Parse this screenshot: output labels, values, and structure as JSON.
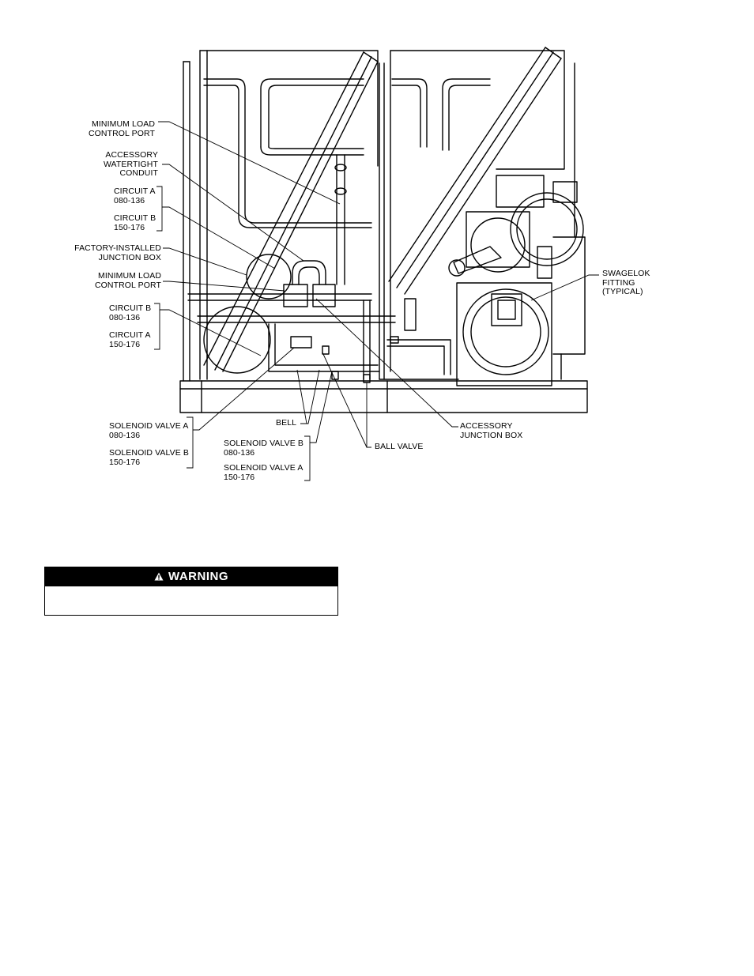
{
  "labels": {
    "min_load_port_top": [
      "MINIMUM LOAD",
      "CONTROL PORT"
    ],
    "watertight_conduit": [
      "ACCESSORY",
      "WATERTIGHT",
      "CONDUIT"
    ],
    "circuit_a_080": [
      "CIRCUIT A",
      "080-136"
    ],
    "circuit_b_150": [
      "CIRCUIT B",
      "150-176"
    ],
    "factory_junction_box": [
      "FACTORY-INSTALLED",
      "JUNCTION BOX"
    ],
    "min_load_port_mid": [
      "MINIMUM LOAD",
      "CONTROL PORT"
    ],
    "circuit_b_080": [
      "CIRCUIT B",
      "080-136"
    ],
    "circuit_a_150": [
      "CIRCUIT A",
      "150-176"
    ],
    "swagelok": [
      "SWAGELOK",
      "FITTING",
      "(TYPICAL)"
    ],
    "bell": "BELL",
    "solenoid_a_080": [
      "SOLENOID VALVE A",
      "080-136"
    ],
    "solenoid_b_150": [
      "SOLENOID VALVE B",
      "150-176"
    ],
    "solenoid_b_080": [
      "SOLENOID VALVE B",
      "080-136"
    ],
    "solenoid_a_150": [
      "SOLENOID VALVE A",
      "150-176"
    ],
    "ball_valve": "BALL VALVE",
    "accessory_junction_box": [
      "ACCESSORY",
      "JUNCTION BOX"
    ]
  },
  "warning": {
    "icon": "warning-triangle-icon",
    "title": "WARNING"
  }
}
